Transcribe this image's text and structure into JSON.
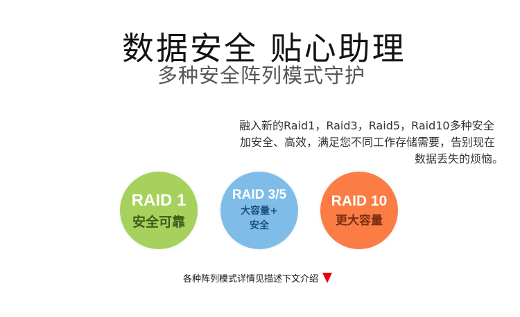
{
  "header": {
    "headline": "数据安全  贴心助理",
    "subhead": "多种安全阵列模式守护"
  },
  "description": {
    "line1": "融入新的Raid1，Raid3，Raid5，Raid10多种安全",
    "line2": "加安全、高效，满足您不同工作存储需要，告别现在",
    "line3": "数据丢失的烦恼。"
  },
  "badges": [
    {
      "title": "RAID 1",
      "subtitle_line1": "安全可靠",
      "subtitle_line2": "",
      "color": "#a6d15c"
    },
    {
      "title": "RAID 3/5",
      "subtitle_line1": "大容量+",
      "subtitle_line2": "安全",
      "color": "#7fbde8"
    },
    {
      "title": "RAID 10",
      "subtitle_line1": "更大容量",
      "subtitle_line2": "",
      "color": "#fb7c45"
    }
  ],
  "footer": {
    "text": "各种阵列模式详情见描述下文介绍",
    "icon": "down-triangle-icon",
    "icon_color": "#e60012"
  }
}
